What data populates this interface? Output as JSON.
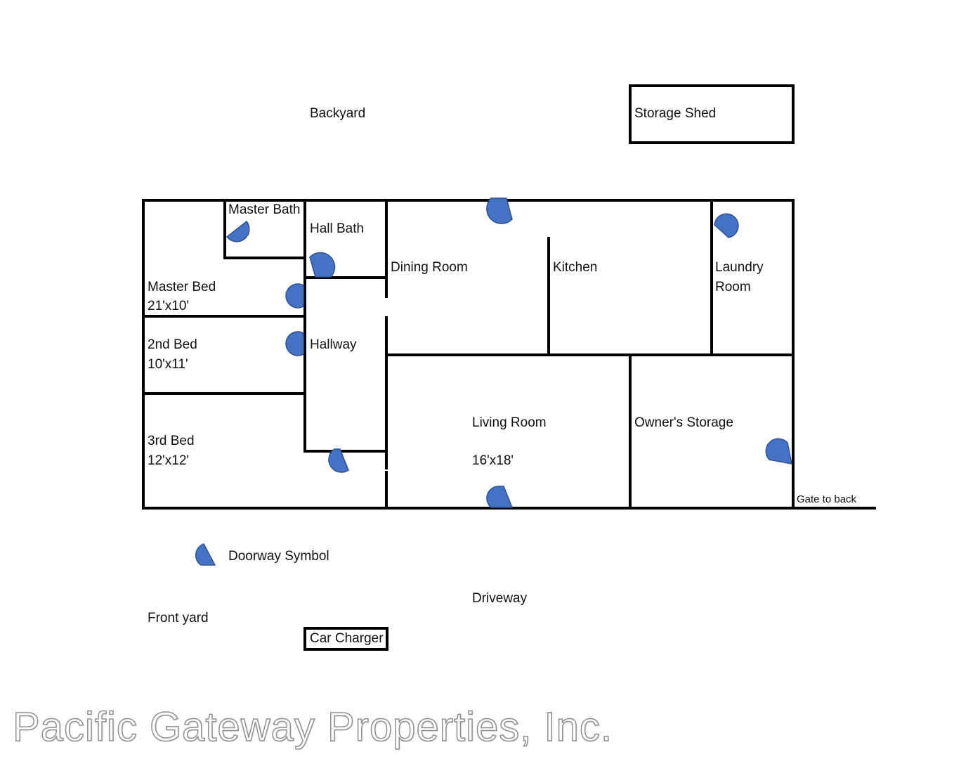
{
  "labels": {
    "backyard": "Backyard",
    "storage_shed": "Storage Shed",
    "master_bath": "Master Bath",
    "hall_bath": "Hall Bath",
    "dining_room": "Dining Room",
    "kitchen": "Kitchen",
    "laundry_room_line1": "Laundry",
    "laundry_room_line2": "Room",
    "master_bed": "Master Bed",
    "master_bed_size": "21'x10'",
    "second_bed": "2nd Bed",
    "second_bed_size": "10'x11'",
    "hallway": "Hallway",
    "third_bed": "3rd Bed",
    "third_bed_size": "12'x12'",
    "living_room": "Living Room",
    "living_room_size": "16'x18'",
    "owners_storage": "Owner's Storage",
    "gate_to_back": "Gate to back",
    "doorway_symbol": "Doorway Symbol",
    "driveway": "Driveway",
    "front_yard": "Front yard",
    "car_charger": "Car Charger"
  },
  "watermark": "Pacific Gateway Properties, Inc.",
  "colors": {
    "wall": "#000000",
    "door_fill": "#4472c4",
    "door_stroke": "#2f528f"
  }
}
